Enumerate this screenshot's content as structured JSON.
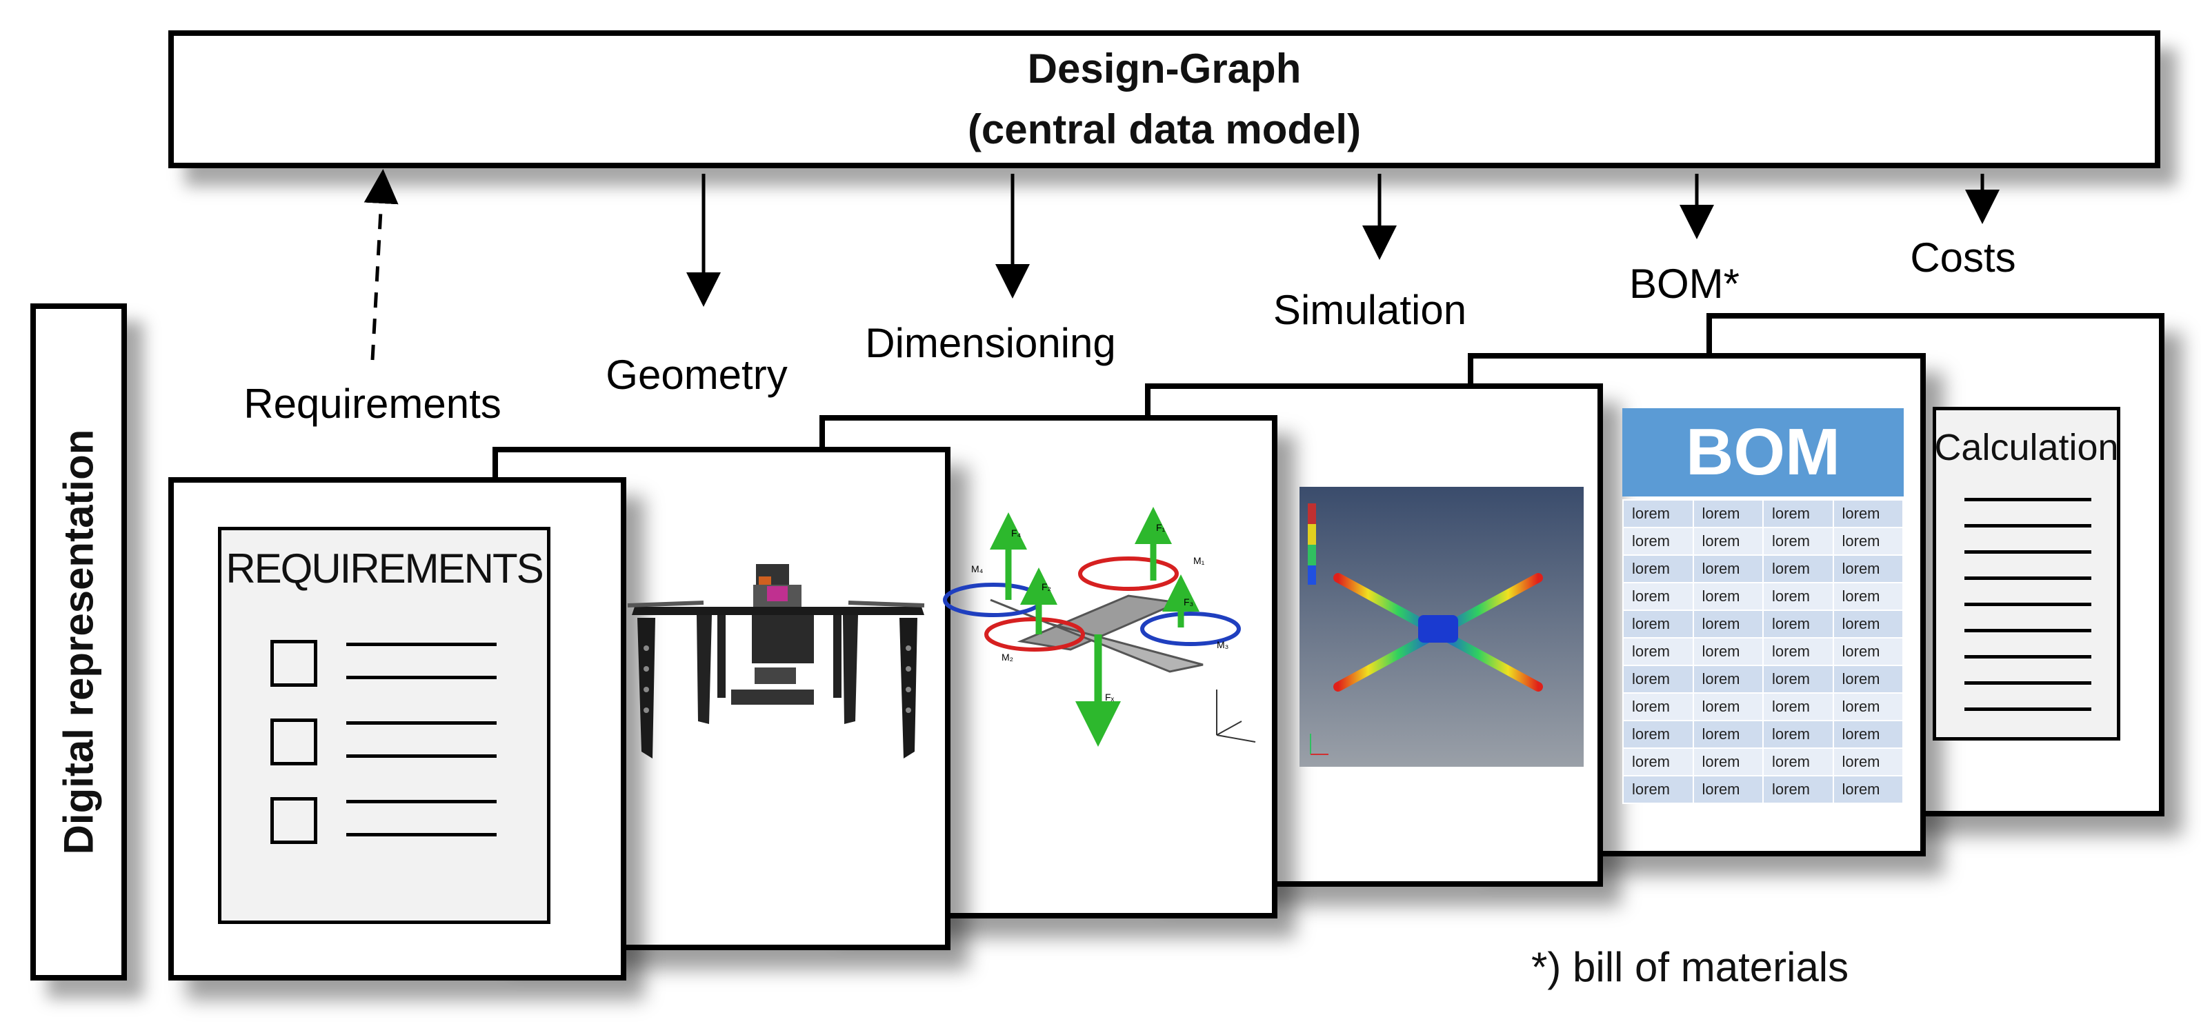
{
  "header": {
    "title_line1": "Design-Graph",
    "title_line2": "(central data model)"
  },
  "side_label": "Digital representation",
  "stages": {
    "requirements": "Requirements",
    "geometry": "Geometry",
    "dimensioning": "Dimensioning",
    "simulation": "Simulation",
    "bom": "BOM*",
    "costs": "Costs"
  },
  "requirements_card": {
    "title": "REQUIREMENTS",
    "item_count": 3
  },
  "bom_card": {
    "banner": "BOM",
    "cell_text": "lorem",
    "rows": [
      [
        "lorem",
        "lorem",
        "lorem",
        "lorem"
      ],
      [
        "lorem",
        "lorem",
        "lorem",
        "lorem"
      ],
      [
        "lorem",
        "lorem",
        "lorem",
        "lorem"
      ],
      [
        "lorem",
        "lorem",
        "lorem",
        "lorem"
      ],
      [
        "lorem",
        "lorem",
        "lorem",
        "lorem"
      ],
      [
        "lorem",
        "lorem",
        "lorem",
        "lorem"
      ],
      [
        "lorem",
        "lorem",
        "lorem",
        "lorem"
      ],
      [
        "lorem",
        "lorem",
        "lorem",
        "lorem"
      ],
      [
        "lorem",
        "lorem",
        "lorem",
        "lorem"
      ],
      [
        "lorem",
        "lorem",
        "lorem",
        "lorem"
      ],
      [
        "lorem",
        "lorem",
        "lorem",
        "lorem"
      ]
    ]
  },
  "costs_card": {
    "title": "Calculation",
    "line_count": 9
  },
  "dimensioning_card": {
    "force_labels": [
      "F₄",
      "F₁",
      "F₂",
      "F₃",
      "Fₓ"
    ],
    "moment_labels": [
      "M₄",
      "M₁",
      "M₂",
      "M₃"
    ]
  },
  "footnote": "*) bill of materials",
  "colors": {
    "bom_banner": "#5b9bd5",
    "bom_row_dark": "#cfdcee",
    "bom_row_light": "#e8eef7",
    "sim_background": "#3d4f6e",
    "force_arrow": "#2db82d",
    "moment_red": "#d62020",
    "moment_blue": "#1f3fbf"
  }
}
